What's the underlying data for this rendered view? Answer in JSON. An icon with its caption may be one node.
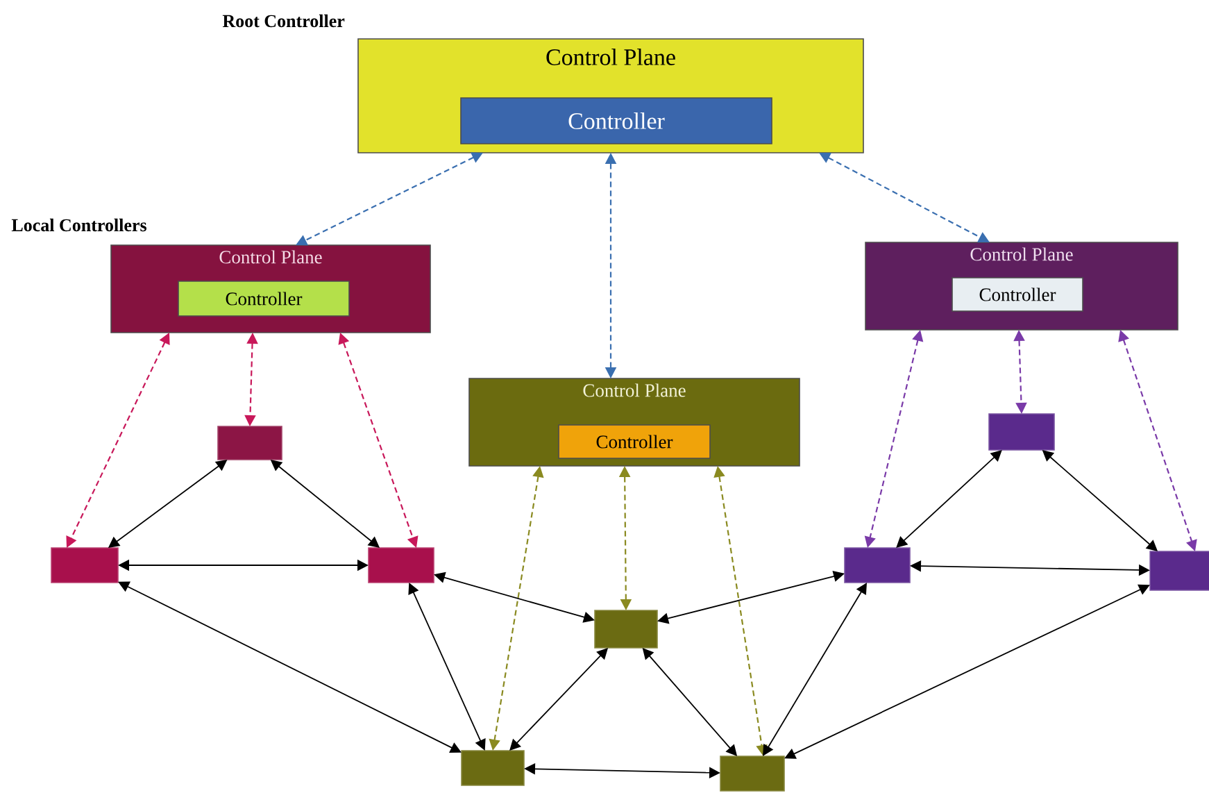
{
  "diagram": {
    "nodes": [
      {
        "text": [
          "Control Plane"
        ]
      },
      {
        "text": [
          "Controller"
        ],
        "in": 0
      },
      {
        "text": [
          "Control Plane"
        ]
      },
      {
        "text": [
          "Controller"
        ],
        "in": 2
      },
      {
        "text": [
          "Control Plane"
        ]
      },
      {
        "text": [
          "Controller"
        ],
        "in": 4
      },
      {
        "text": [
          "Control Plane"
        ]
      },
      {
        "text": [
          "Controller"
        ],
        "in": 6
      },
      {
        "text": [],
        "shape": "box"
      },
      {
        "text": [],
        "shape": "box"
      },
      {
        "text": [],
        "shape": "box"
      },
      {
        "text": [],
        "shape": "box"
      },
      {
        "text": [],
        "shape": "box"
      },
      {
        "text": [],
        "shape": "box"
      },
      {
        "text": [],
        "shape": "box"
      },
      {
        "text": [],
        "shape": "box"
      },
      {
        "text": [],
        "shape": "box"
      }
    ],
    "edges": [
      {
        "from": 0,
        "to": 2,
        "arrow": "both",
        "style": "dashed",
        "color": "#3a6fb0"
      },
      {
        "from": 0,
        "to": 4,
        "arrow": "both",
        "style": "dashed",
        "color": "#3a6fb0"
      },
      {
        "from": 0,
        "to": 6,
        "arrow": "both",
        "style": "dashed",
        "color": "#3a6fb0"
      },
      {
        "from": 2,
        "to": 9,
        "arrow": "both",
        "style": "dashed",
        "color": "#c8185a"
      },
      {
        "from": 2,
        "to": 8,
        "arrow": "both",
        "style": "dashed",
        "color": "#c8185a"
      },
      {
        "from": 2,
        "to": 10,
        "arrow": "both",
        "style": "dashed",
        "color": "#c8185a"
      },
      {
        "from": 4,
        "to": 12,
        "arrow": "both",
        "style": "dashed",
        "color": "#8a8a20"
      },
      {
        "from": 4,
        "to": 11,
        "arrow": "both",
        "style": "dashed",
        "color": "#8a8a20"
      },
      {
        "from": 4,
        "to": 13,
        "arrow": "both",
        "style": "dashed",
        "color": "#8a8a20"
      },
      {
        "from": 6,
        "to": 15,
        "arrow": "both",
        "style": "dashed",
        "color": "#7a3aa8"
      },
      {
        "from": 6,
        "to": 14,
        "arrow": "both",
        "style": "dashed",
        "color": "#7a3aa8"
      },
      {
        "from": 6,
        "to": 16,
        "arrow": "both",
        "style": "dashed",
        "color": "#7a3aa8"
      },
      {
        "from": 8,
        "to": 9,
        "arrow": "both"
      },
      {
        "from": 8,
        "to": 10,
        "arrow": "both"
      },
      {
        "from": 9,
        "to": 10,
        "arrow": "both"
      },
      {
        "from": 9,
        "to": 12,
        "arrow": "both"
      },
      {
        "from": 10,
        "to": 12,
        "arrow": "both"
      },
      {
        "from": 10,
        "to": 11,
        "arrow": "both"
      },
      {
        "from": 11,
        "to": 12,
        "arrow": "both"
      },
      {
        "from": 11,
        "to": 15,
        "arrow": "both"
      },
      {
        "from": 11,
        "to": 13,
        "arrow": "both"
      },
      {
        "from": 12,
        "to": 13,
        "arrow": "both"
      },
      {
        "from": 13,
        "to": 15,
        "arrow": "both"
      },
      {
        "from": 13,
        "to": 16,
        "arrow": "both"
      },
      {
        "from": 14,
        "to": 15,
        "arrow": "both"
      },
      {
        "from": 14,
        "to": 16,
        "arrow": "both"
      },
      {
        "from": 15,
        "to": 16,
        "arrow": "both"
      }
    ],
    "labels": [
      "Root Controller",
      "Local Controllers"
    ]
  }
}
